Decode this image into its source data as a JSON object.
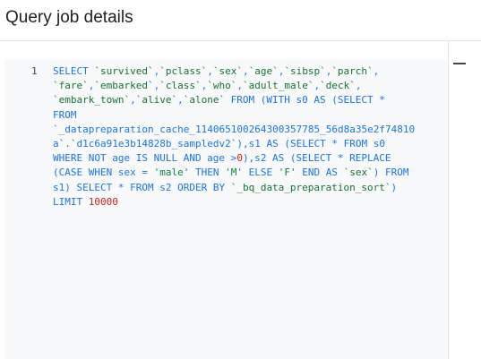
{
  "header": {
    "title": "Query job details"
  },
  "editor": {
    "line_number": "1",
    "collapse_icon": "collapse-icon",
    "sql": "SELECT `survived`,`pclass`,`sex`,`age`,`sibsp`,`parch`,`fare`,`embarked`,`class`,`who`,`adult_male`,`deck`,`embark_town`,`alive`,`alone` FROM (WITH s0 AS (SELECT * FROM `_datapreparation_cache_114065100264300357785_56d8a35e2f74810a`.`d1c6a91e3b14828b_sampledv2`),s1 AS (SELECT * FROM s0 WHERE NOT age IS NULL AND age >0),s2 AS (SELECT * REPLACE (CASE WHEN sex = 'male' THEN 'M' ELSE 'F' END AS `sex`) FROM s1) SELECT * FROM s2 ORDER BY `_bq_data_preparation_sort`) LIMIT 10000",
    "wrapped_lines": [
      "SELECT `survived`,`pclass`,`sex`,`age`,`sibsp`,`parch`,",
      "`fare`,`embarked`,`class`,`who`,`adult_male`,`deck`,",
      "`embark_town`,`alive`,`alone` FROM (WITH s0 AS (SELECT *",
      "FROM",
      "`_datapreparation_cache_114065100264300357785_56d8a35e2f74810",
      "a`.`d1c6a91e3b14828b_sampledv2`),s1 AS (SELECT * FROM s0",
      "WHERE NOT age IS NULL AND age >0),s2 AS (SELECT * REPLACE",
      "(CASE WHEN sex = 'male' THEN 'M' ELSE 'F' END AS `sex`) FROM",
      "s1) SELECT * FROM s2 ORDER BY `_bq_data_preparation_sort`)",
      "LIMIT 10000"
    ]
  },
  "colors": {
    "keyword": "#1a73e8",
    "identifier": "#137333",
    "string": "#0b8043",
    "number": "#c5221f",
    "editor_background": "#f8f9fa"
  }
}
